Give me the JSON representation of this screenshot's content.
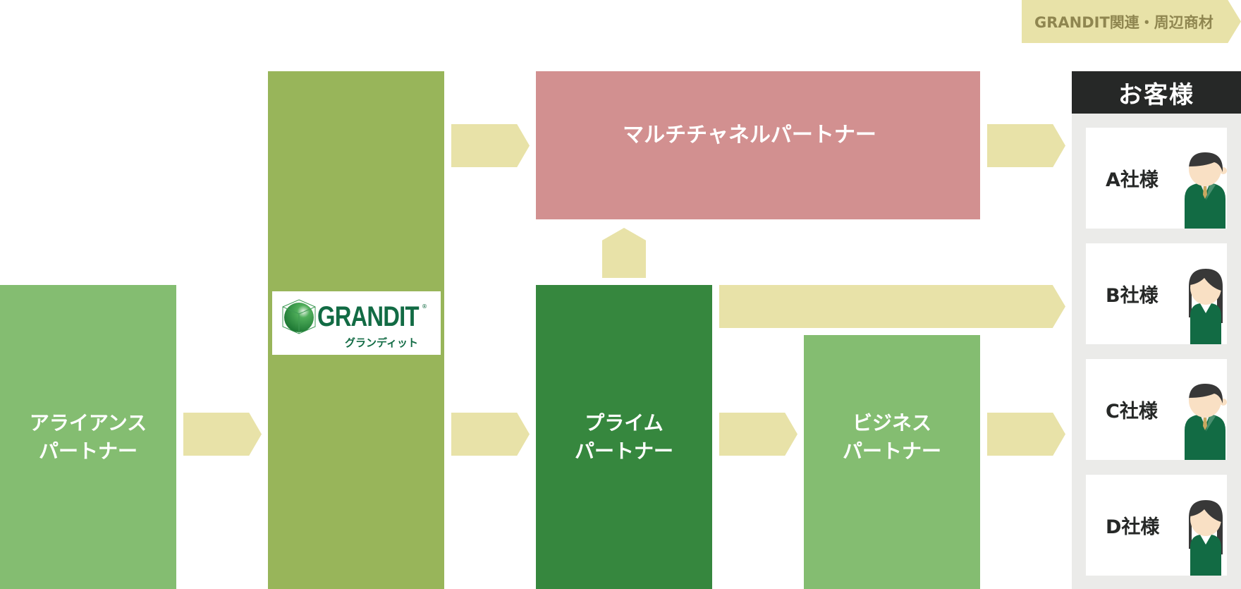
{
  "top_label": {
    "text": "GRANDIT関連・周辺商材"
  },
  "nodes": {
    "alliance": {
      "label": "アライアンス\nパートナー",
      "color": "#84BD71"
    },
    "grandit": {
      "color": "#98B55A",
      "logo": {
        "word": "GRANDIT",
        "reg": "®",
        "kana": "グランディット"
      }
    },
    "multichannel": {
      "label": "マルチチャネルパートナー",
      "color": "#D29090"
    },
    "prime": {
      "label": "プライム\nパートナー",
      "color": "#36873E"
    },
    "business": {
      "label": "ビジネス\nパートナー",
      "color": "#84BD71"
    }
  },
  "customers": {
    "header": "お客様",
    "items": [
      {
        "label": "A社様",
        "icon": "male-person-icon"
      },
      {
        "label": "B社様",
        "icon": "female-person-icon"
      },
      {
        "label": "C社様",
        "icon": "male-person-icon"
      },
      {
        "label": "D社様",
        "icon": "female-person-icon"
      }
    ]
  },
  "colors": {
    "arrow": "#E8E2A8",
    "header": "#262827",
    "panel": "#EBEBE9",
    "suit": "#126B44",
    "label_text": "#8F8650"
  }
}
